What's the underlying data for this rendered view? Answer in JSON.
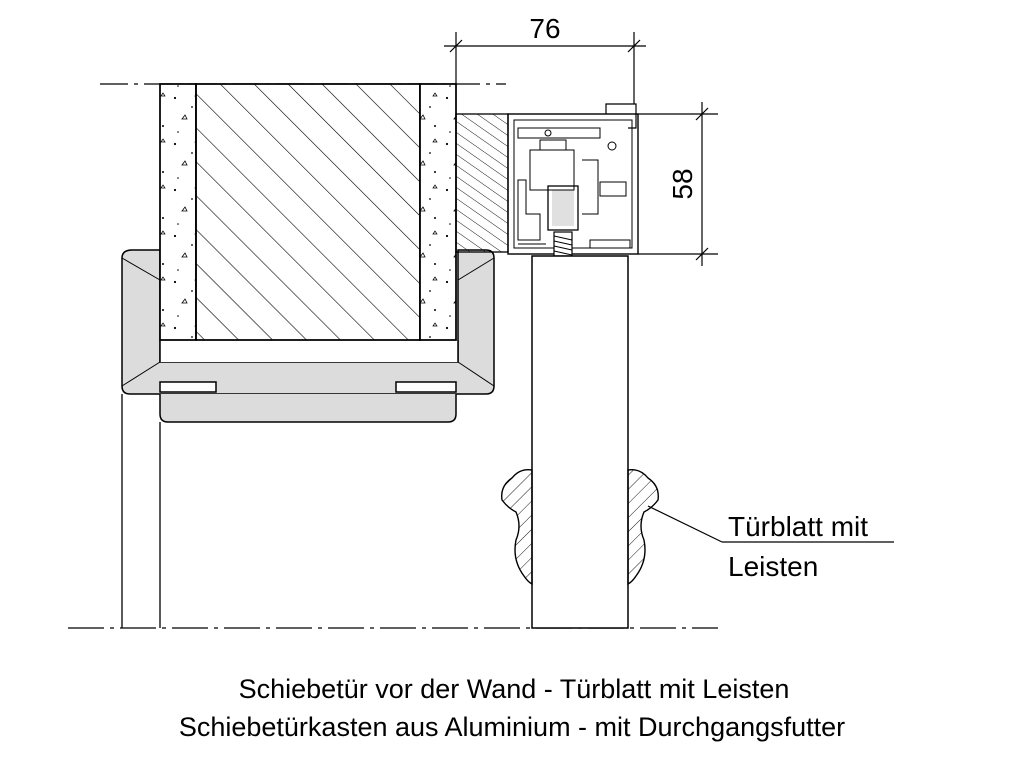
{
  "dimensions": {
    "width_label": "76",
    "height_label": "58"
  },
  "annotation": {
    "line1": "Türblatt mit",
    "line2": "Leisten"
  },
  "caption": {
    "line1": "Schiebetür vor der Wand - Türblatt mit Leisten",
    "line2": "Schiebetürkasten aus Aluminium - mit Durchgangsfutter"
  },
  "colors": {
    "line": "#000000",
    "frame_fill": "#dcdcdc",
    "background": "#ffffff"
  }
}
